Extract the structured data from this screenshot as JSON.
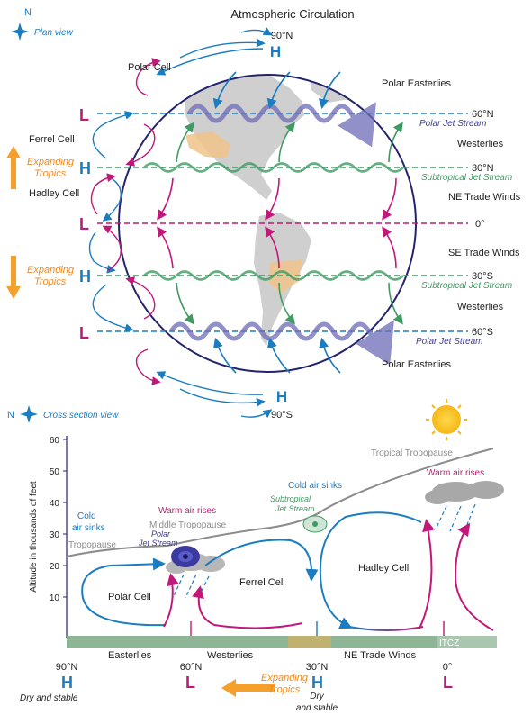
{
  "title": "Atmospheric Circulation",
  "plan": {
    "compass_label": "N",
    "view_label": "Plan view",
    "north_pole": "90°N",
    "south_pole": "90°S",
    "high": "H",
    "low": "L",
    "cells": {
      "polar": "Polar Cell",
      "ferrel": "Ferrel Cell",
      "hadley": "Hadley Cell"
    },
    "expanding_tropics": [
      "Expanding",
      "Tropics"
    ],
    "winds": {
      "polar_easterlies": "Polar Easterlies",
      "westerlies": "Westerlies",
      "ne_trade": "NE Trade Winds",
      "se_trade": "SE Trade Winds"
    },
    "latitudes": [
      "60°N",
      "30°N",
      "0°",
      "30°S",
      "60°S"
    ],
    "jet_streams": {
      "polar": "Polar Jet Stream",
      "subtropical": "Subtropical Jet Stream"
    }
  },
  "section": {
    "compass_label": "N",
    "view_label": "Cross section view",
    "y_axis_label": "Altitude in thousands of feet",
    "y_ticks": [
      "60",
      "50",
      "40",
      "30",
      "20",
      "10"
    ],
    "tropopause": {
      "tropical": "Tropical Tropopause",
      "middle": "Middle Tropopause",
      "polar": "Tropopause"
    },
    "notes": {
      "cold_sinks_left": [
        "Cold",
        "air sinks"
      ],
      "warm_rises_mid": "Warm air rises",
      "cold_sinks_mid": "Cold air sinks",
      "warm_rises_right": "Warm air rises"
    },
    "jet_labels": {
      "polar": [
        "Polar",
        "Jet Stream"
      ],
      "subtropical": [
        "Subtropical",
        "Jet Stream"
      ]
    },
    "cells": {
      "polar": "Polar Cell",
      "ferrel": "Ferrel Cell",
      "hadley": "Hadley Cell"
    },
    "surface_winds": [
      "Easterlies",
      "Westerlies",
      "NE Trade Winds",
      "ITCZ"
    ],
    "latitudes": [
      "90°N",
      "60°N",
      "30°N",
      "0°"
    ],
    "pressure": [
      "H",
      "L",
      "H",
      "L"
    ],
    "dry_stable_1": "Dry and stable",
    "dry_stable_2": [
      "Dry",
      "and stable"
    ],
    "expanding_tropics": [
      "Expanding",
      "Tropics"
    ]
  },
  "colors": {
    "blue": "#1a7cc1",
    "magenta": "#c2187a",
    "green": "#3f9a63",
    "globe_outline": "#24246e",
    "jet_purple": "#6e6cb8",
    "orange": "#f5a02a",
    "land": "#cfcfcf",
    "desert": "#f0c48a",
    "surface": "#8fb597"
  }
}
